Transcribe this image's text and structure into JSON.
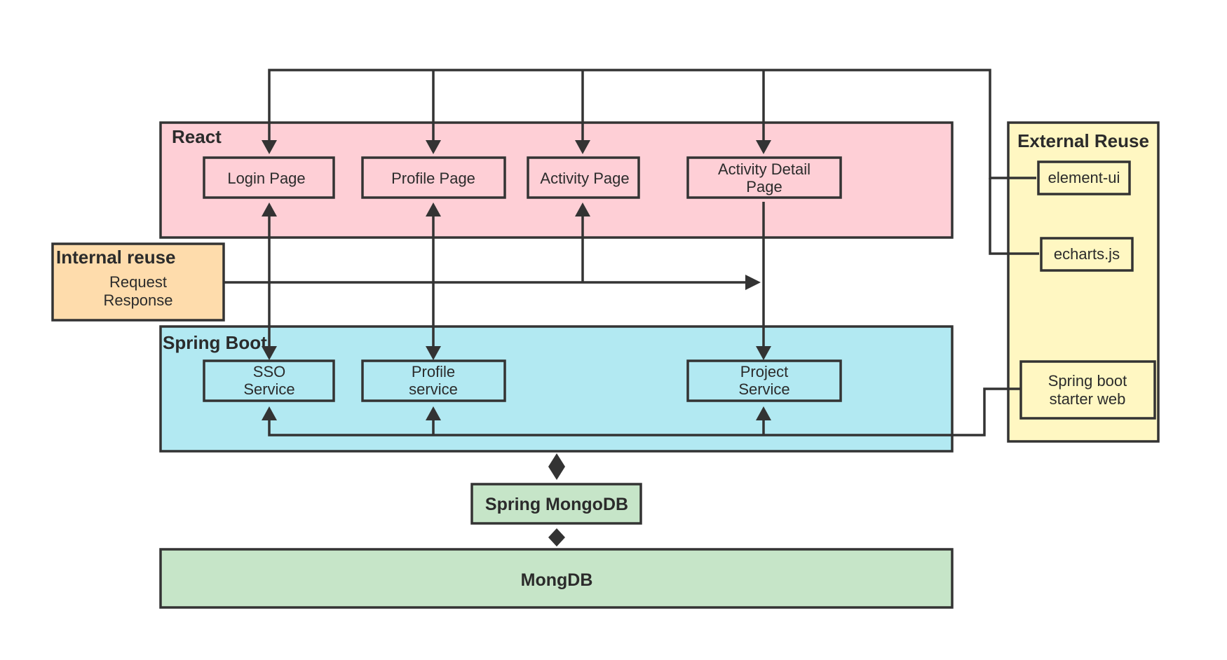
{
  "groups": {
    "react": {
      "title": "React",
      "fill": "#fecfd6"
    },
    "spring_boot": {
      "title": "Spring Boot",
      "fill": "#b2e9f2"
    },
    "external_reuse": {
      "title": "External Reuse",
      "fill": "#fff7c2"
    },
    "internal_reuse": {
      "title": "Internal reuse",
      "fill": "#fedcac",
      "lines": [
        "Request",
        "Response"
      ]
    }
  },
  "nodes": {
    "login_page": {
      "lines": [
        "Login Page"
      ]
    },
    "profile_page": {
      "lines": [
        "Profile Page"
      ]
    },
    "activity_page": {
      "lines": [
        "Activity Page"
      ]
    },
    "activity_detail_page": {
      "lines": [
        "Activity Detail",
        "Page"
      ]
    },
    "sso_service": {
      "lines": [
        "SSO",
        "Service"
      ]
    },
    "profile_service": {
      "lines": [
        "Profile",
        "service"
      ]
    },
    "project_service": {
      "lines": [
        "Project",
        "Service"
      ]
    },
    "element_ui": {
      "lines": [
        "element-ui"
      ]
    },
    "echarts": {
      "lines": [
        "echarts.js"
      ]
    },
    "spring_boot_starter_web": {
      "lines": [
        "Spring boot",
        "starter web"
      ]
    },
    "spring_mongodb": {
      "lines": [
        "Spring MongoDB"
      ],
      "fill": "#c6e5c8"
    },
    "mongodb": {
      "lines": [
        "MongDB"
      ],
      "fill": "#c6e5c8"
    }
  },
  "colors": {
    "stroke": "#333333",
    "text": "#2b2b2b"
  }
}
